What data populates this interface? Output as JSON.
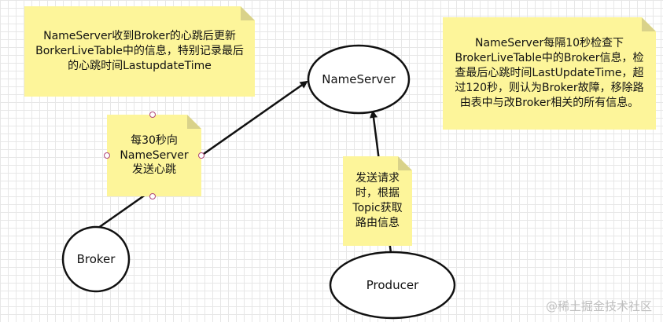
{
  "nodes": {
    "nameserver": "NameServer",
    "broker": "Broker",
    "producer": "Producer"
  },
  "notes": {
    "broker_update": "NameServer收到Broker的心跳后更新BorkerLiveTable中的信息，特别记录最后的心跳时间LastupdateTime",
    "nameserver_check": "NameServer每隔10秒检查下BrokerLiveTable中的Broker信息，检查最后心跳时间LastUpdateTime，超过120秒，则认为Broker故障，移除路由表中与改Broker相关的所有信息。",
    "heartbeat": "每30秒向NameServer发送心跳",
    "route_request": "发送请求时，根据Topic获取路由信息"
  },
  "watermark": "@稀土掘金技术社区",
  "colors": {
    "note_fill": "#fdf59a",
    "stroke": "#111111",
    "handle": "#b0487a"
  }
}
